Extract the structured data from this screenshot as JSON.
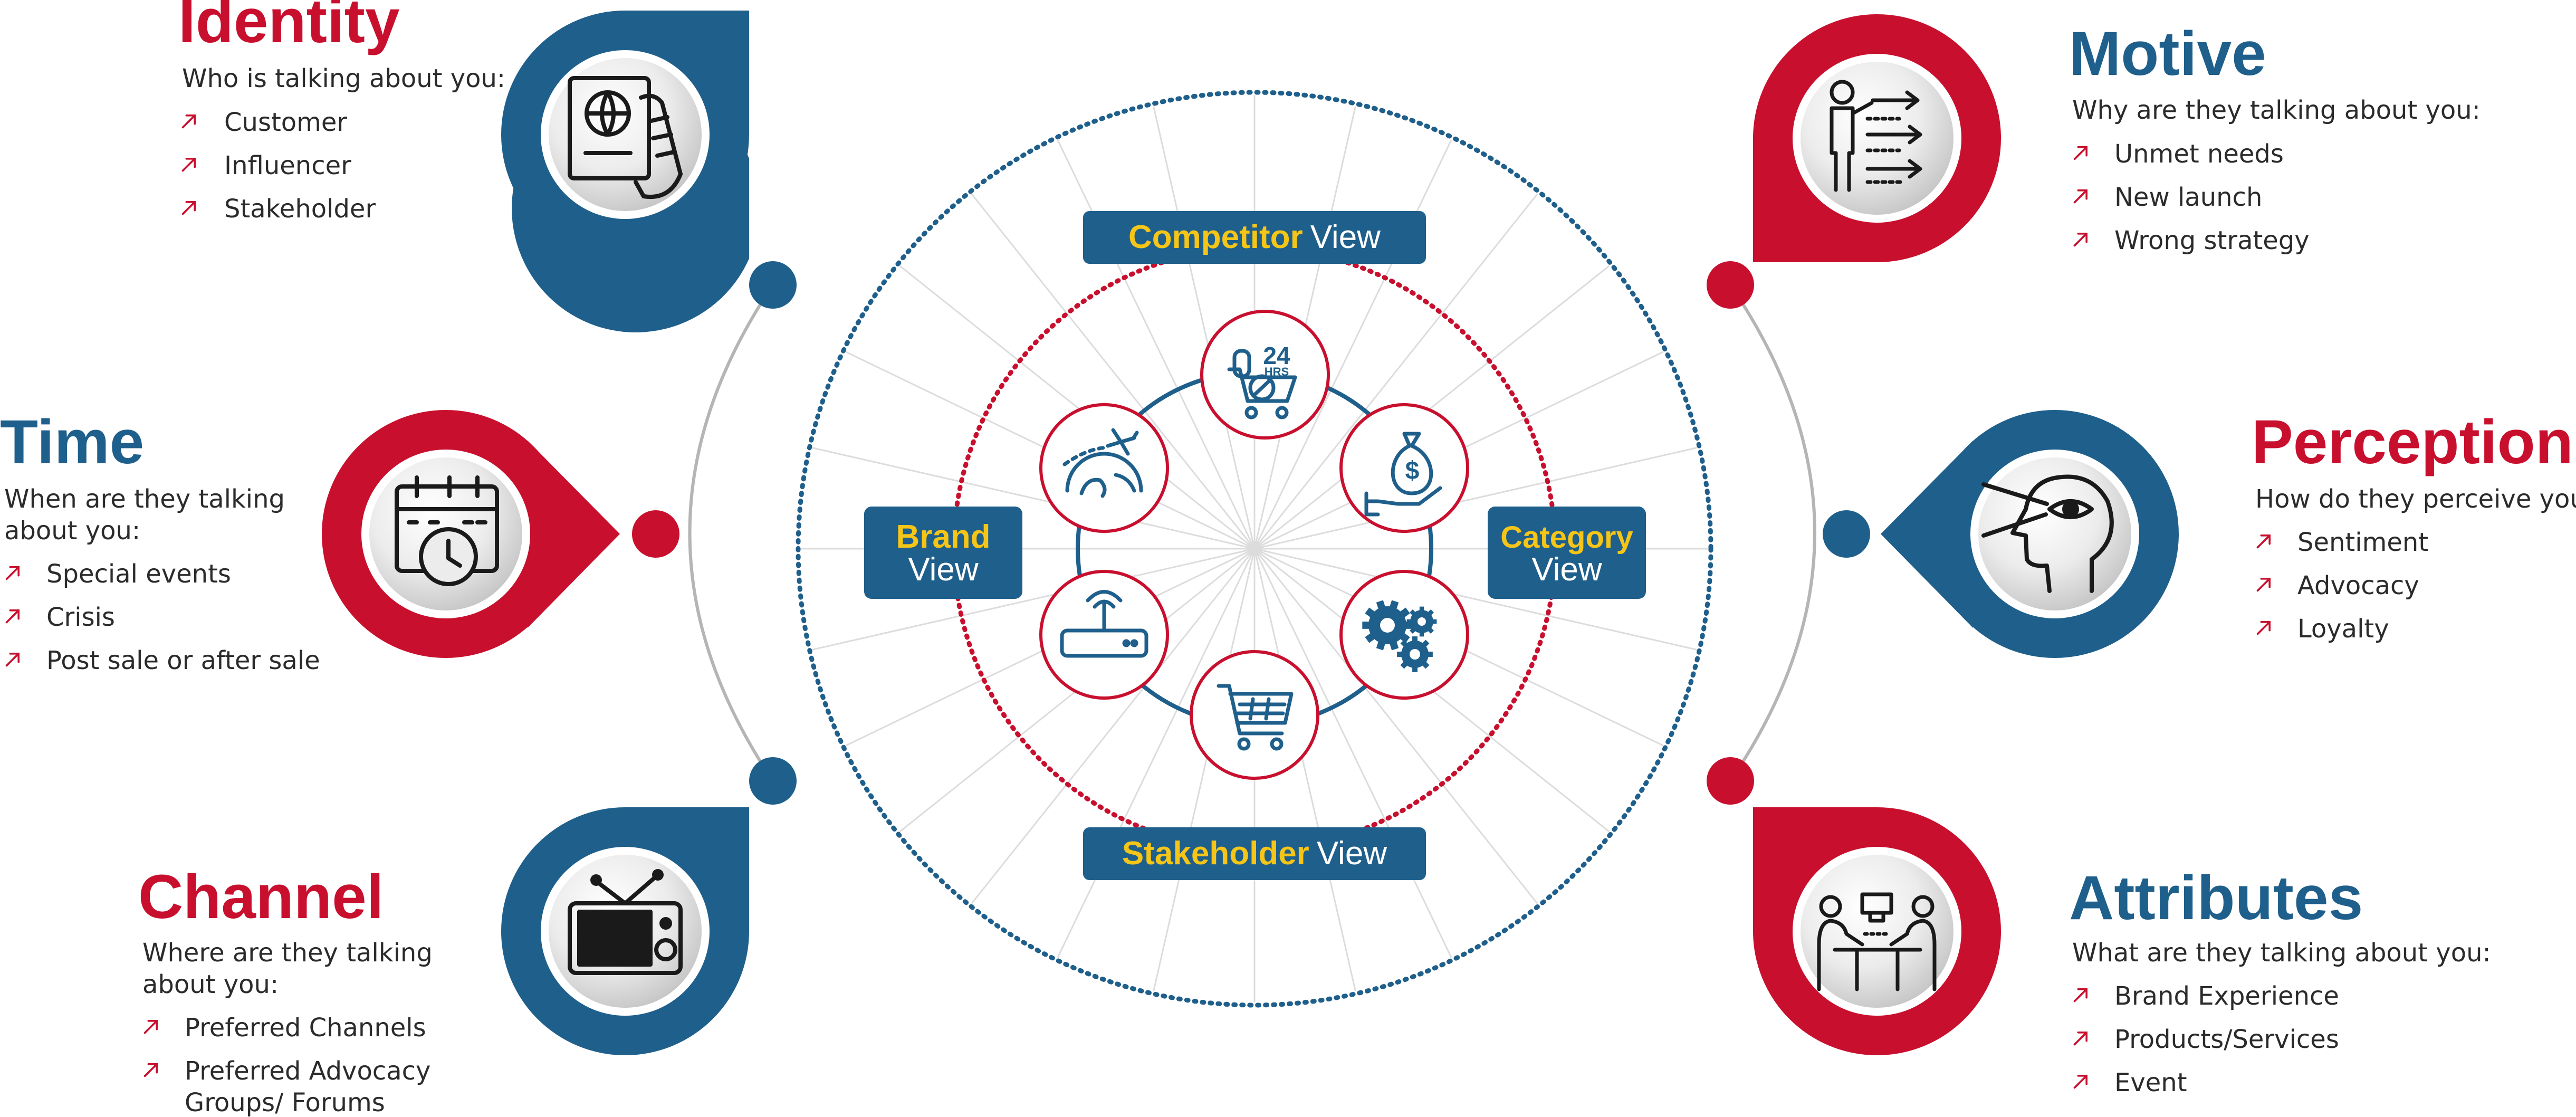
{
  "colors": {
    "blue": "#1f5f8b",
    "red": "#c8102e",
    "yellow": "#f5c518",
    "text": "#2b2b2b",
    "gray": "#b5b5b5"
  },
  "sections": {
    "identity": {
      "title": "Identity",
      "question": "Who is talking about you:",
      "items": [
        "Customer",
        "Influencer",
        "Stakeholder"
      ],
      "icon": "passport-icon"
    },
    "time": {
      "title": "Time",
      "question_line1": "When are they talking",
      "question_line2": "about you:",
      "items": [
        "Special events",
        "Crisis",
        "Post sale or after sale"
      ],
      "icon": "calendar-clock-icon"
    },
    "channel": {
      "title": "Channel",
      "question_line1": "Where are they talking",
      "question_line2": "about you:",
      "items": [
        "Preferred Channels",
        "Preferred Advocacy",
        "Groups/ Forums"
      ],
      "icon": "tv-icon"
    },
    "motive": {
      "title": "Motive",
      "question": "Why are they talking about you:",
      "items": [
        "Unmet needs",
        "New launch",
        "Wrong strategy"
      ],
      "icon": "presenter-icon"
    },
    "perception": {
      "title": "Perception",
      "question": "How do they perceive you:",
      "items": [
        "Sentiment",
        "Advocacy",
        "Loyalty"
      ],
      "icon": "head-eye-icon"
    },
    "attributes": {
      "title": "Attributes",
      "question": "What are they talking about you:",
      "items": [
        "Brand Experience",
        "Products/Services",
        "Event"
      ],
      "icon": "meeting-icon"
    }
  },
  "center": {
    "competitor": {
      "bold": "Competitor",
      "light": "View"
    },
    "stakeholder": {
      "bold": "Stakeholder",
      "light": "View"
    },
    "brand": {
      "bold": "Brand",
      "light": "View"
    },
    "category": {
      "bold": "Category",
      "light": "View"
    },
    "icons": [
      "pharmacy-24hrs-icon",
      "money-bag-hand-icon",
      "gears-icon",
      "shopping-cart-icon",
      "router-icon",
      "globe-plane-icon"
    ],
    "clock_label": "24",
    "clock_sub": "HRS"
  }
}
